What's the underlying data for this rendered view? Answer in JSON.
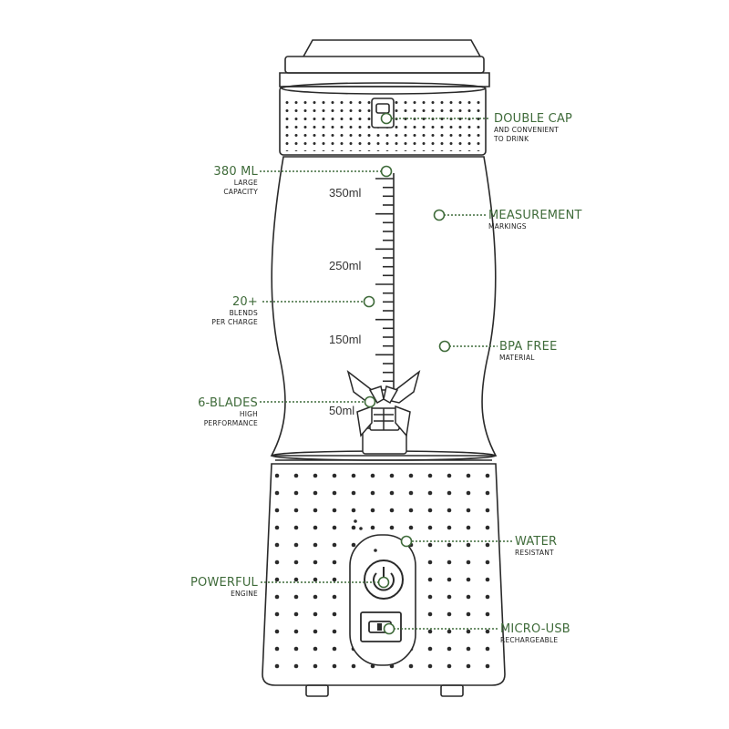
{
  "features": {
    "double_cap": {
      "title": "DOUBLE CAP",
      "sub1": "AND CONVENIENT",
      "sub2": "TO DRINK"
    },
    "capacity": {
      "title": "380 ML",
      "sub1": "LARGE",
      "sub2": "CAPACITY"
    },
    "measurement": {
      "title": "MEASUREMENT",
      "sub1": "MARKINGS"
    },
    "blends": {
      "title": "20+",
      "sub1": "BLENDS",
      "sub2": "PER CHARGE"
    },
    "bpa": {
      "title": "BPA FREE",
      "sub1": "MATERIAL"
    },
    "blades": {
      "title": "6-BLADES",
      "sub1": "HIGH",
      "sub2": "PERFORMANCE"
    },
    "water": {
      "title": "WATER",
      "sub1": "RESISTANT"
    },
    "engine": {
      "title": "POWERFUL",
      "sub1": "ENGINE"
    },
    "usb": {
      "title": "MICRO-USB",
      "sub1": "RECHARGEABLE"
    }
  },
  "scale": {
    "m350": "350ml",
    "m250": "250ml",
    "m150": "150ml",
    "m50": "50ml"
  },
  "colors": {
    "accent": "#3f6b3a",
    "outline": "#2a2a2a"
  }
}
